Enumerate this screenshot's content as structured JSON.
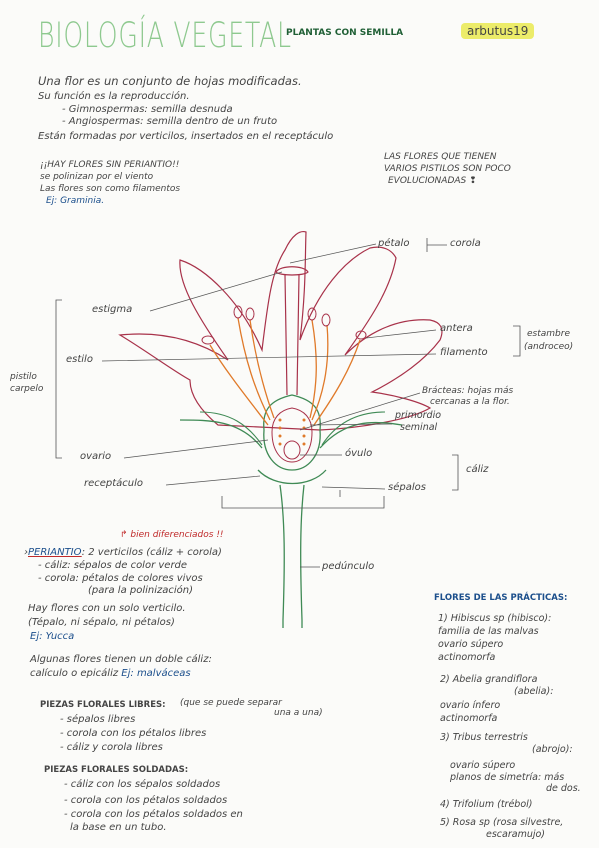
{
  "header": {
    "title": "BIOLOGÍA VEGETAL",
    "subtitle": "PLANTAS CON SEMILLA",
    "tag": "arbutus19"
  },
  "intro": {
    "l1": "Una flor es un conjunto de hojas modificadas.",
    "l2": "Su función es la reproducción.",
    "l3": "- Gimnospermas: semilla desnuda",
    "l4": "- Angiospermas: semilla dentro de un fruto",
    "l5": "Están formadas por verticilos, insertados en el receptáculo"
  },
  "noPeri": {
    "l1": "¡¡HAY FLORES SIN PERIANTIO!!",
    "l2": "se polinizan por el viento",
    "l3": "Las flores son como filamentos",
    "l4": "Ej: Graminia."
  },
  "pistilNote": {
    "l1": "LAS FLORES QUE TIENEN",
    "l2": "VARIOS PISTILOS SON POCO",
    "l3": "EVOLUCIONADAS ❢"
  },
  "diagram": {
    "petalo": "pétalo",
    "corola": "corola",
    "estigma": "estigma",
    "antera": "antera",
    "estambre": "estambre",
    "androceo": "(androceo)",
    "estilo": "estilo",
    "filamento": "filamento",
    "pistilo": "pistilo",
    "carpelo": "carpelo",
    "bracteas1": "Brácteas: hojas más",
    "bracteas2": "cercanas a la flor.",
    "primordio1": "primordio",
    "primordio2": "seminal",
    "ovario": "ovario",
    "ovulo": "óvulo",
    "caliz": "cáliz",
    "receptaculo": "receptáculo",
    "sepalos": "sépalos",
    "pedunculo": "pedúnculo"
  },
  "periantio": {
    "note": "bien diferenciados !!",
    "l1a": "PERIANTIO",
    "l1b": ": 2 verticilos (cáliz + corola)",
    "l2": "- cáliz: sépalos de color verde",
    "l3": "- corola: pétalos de colores vivos",
    "l4": "(para la polinización)",
    "l5": "Hay flores con un solo verticilo.",
    "l6": "(Tépalo, ni sépalo, ni pétalos)",
    "l7": "Ej: Yucca",
    "l8": "Algunas flores tienen un doble cáliz:",
    "l9a": "calículo o epicáliz",
    "l9b": "Ej: malváceas"
  },
  "libres": {
    "title": "PIEZAS FLORALES LIBRES:",
    "note1": "(que se puede separar",
    "note2": "una a una)",
    "i1": "- sépalos libres",
    "i2": "- corola con los pétalos libres",
    "i3": "- cáliz y corola libres"
  },
  "soldadas": {
    "title": "PIEZAS FLORALES SOLDADAS:",
    "i1": "- cáliz con los sépalos soldados",
    "i2": "- corola con los pétalos soldados",
    "i3": "- corola con los pétalos soldados en",
    "i4": "la base en un tubo."
  },
  "practicas": {
    "title": "FLORES DE LAS PRÁCTICAS:",
    "p1a": "1) Hibiscus sp (hibisco):",
    "p1b": "familia de las malvas",
    "p1c": "ovario súpero",
    "p1d": "actinomorfa",
    "p2a": "2) Abelia grandiflora",
    "p2b": "(abelia):",
    "p2c": "ovario ínfero",
    "p2d": "actinomorfa",
    "p3a": "3) Tribus terrestris",
    "p3b": "(abrojo):",
    "p3c": "ovario súpero",
    "p3d": "planos de simetría: más",
    "p3e": "de dos.",
    "p4": "4) Trifolium (trébol)",
    "p5a": "5) Rosa sp (rosa silvestre,",
    "p5b": "escaramujo)"
  },
  "colors": {
    "title": "#8ec98f",
    "petal": "#a8324a",
    "stamen": "#e07a2a",
    "stem": "#3f8a55",
    "tag": "#ecec6a"
  }
}
